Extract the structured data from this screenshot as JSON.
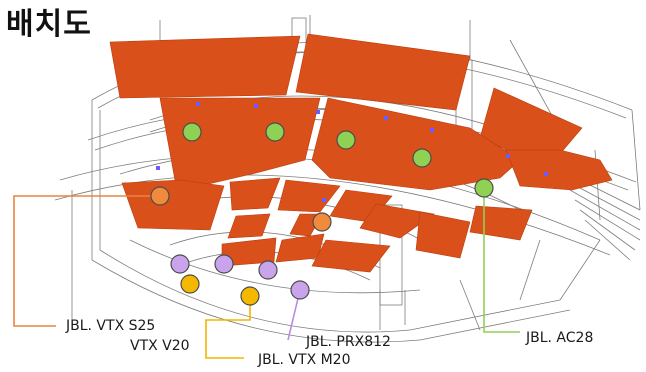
{
  "page": {
    "title": "배치도"
  },
  "legend": {
    "vtx_s25": "JBL. VTX S25",
    "vtx_v20": "VTX V20",
    "vtx_m20": "JBL. VTX M20",
    "prx812": "JBL. PRX812",
    "ac28": "JBL. AC28"
  },
  "colors": {
    "panel": "#d9501a",
    "panel_dark": "#b93d0c",
    "wireframe": "#7d7d7d",
    "speaker_green": "#8fd152",
    "speaker_orange": "#f08a3c",
    "speaker_purple": "#c9a4ec",
    "speaker_yellow": "#f5b800",
    "leader_green": "#8fd152",
    "leader_orange": "#e88540",
    "leader_purple": "#b98ae0",
    "leader_yellow": "#f2b600"
  },
  "icons": {
    "ac28": "green-circle-speaker-icon",
    "vtx_s25": "orange-circle-speaker-icon",
    "prx812": "purple-circle-speaker-icon",
    "vtx_v20": "yellow-circle-speaker-icon"
  }
}
